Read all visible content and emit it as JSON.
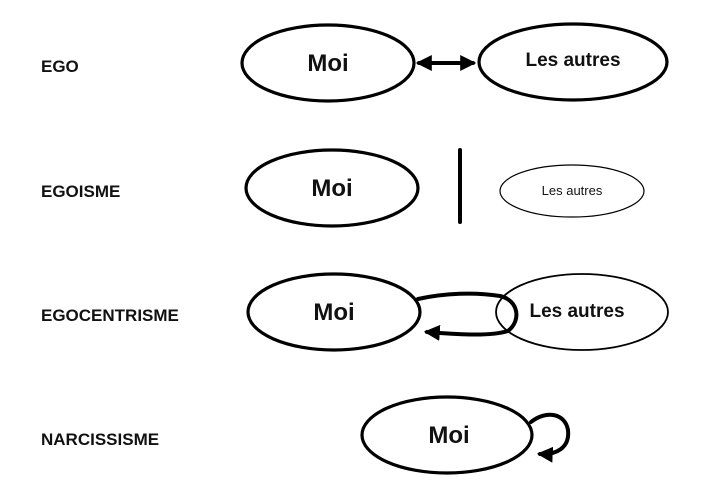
{
  "rows": [
    {
      "label": "EGO",
      "moi": "Moi",
      "autres": "Les autres"
    },
    {
      "label": "EGOISME",
      "moi": "Moi",
      "autres": "Les autres"
    },
    {
      "label": "EGOCENTRISME",
      "moi": "Moi",
      "autres": "Les autres"
    },
    {
      "label": "NARCISSISME",
      "moi": "Moi"
    }
  ]
}
